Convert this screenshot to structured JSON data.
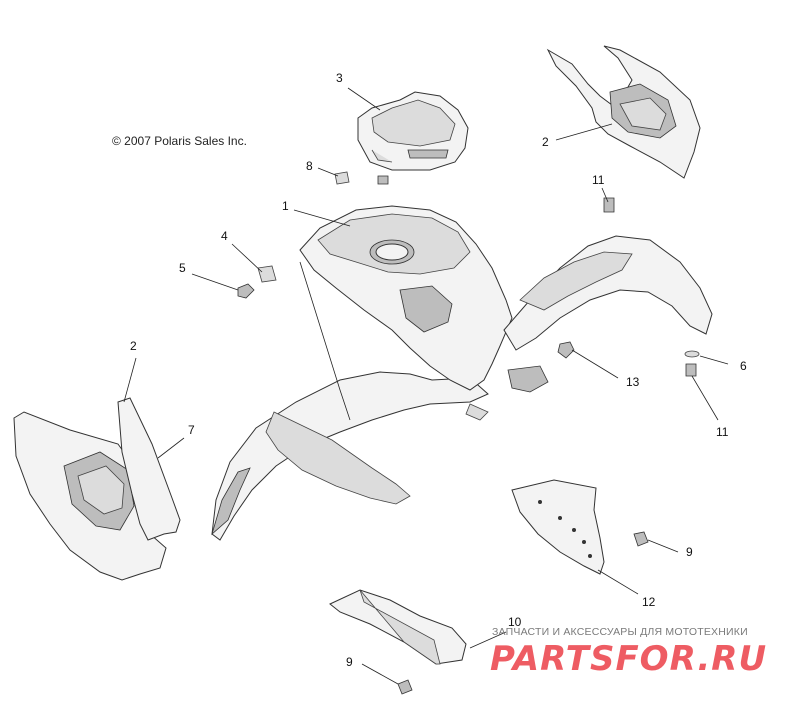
{
  "copyright": "© 2007 Polaris Sales Inc.",
  "watermark": {
    "caption": "ЗАПЧАСТИ И АКСЕССУАРЫ ДЛЯ МОТОТЕХНИКИ",
    "logo_text": "PARTSFOR.RU",
    "logo_color": "#e8262f"
  },
  "callouts": {
    "c1": "1",
    "c2a": "2",
    "c2b": "2",
    "c3": "3",
    "c4": "4",
    "c5": "5",
    "c6": "6",
    "c7": "7",
    "c8": "8",
    "c9a": "9",
    "c9b": "9",
    "c10": "10",
    "c11a": "11",
    "c11b": "11",
    "c12": "12",
    "c13": "13"
  }
}
